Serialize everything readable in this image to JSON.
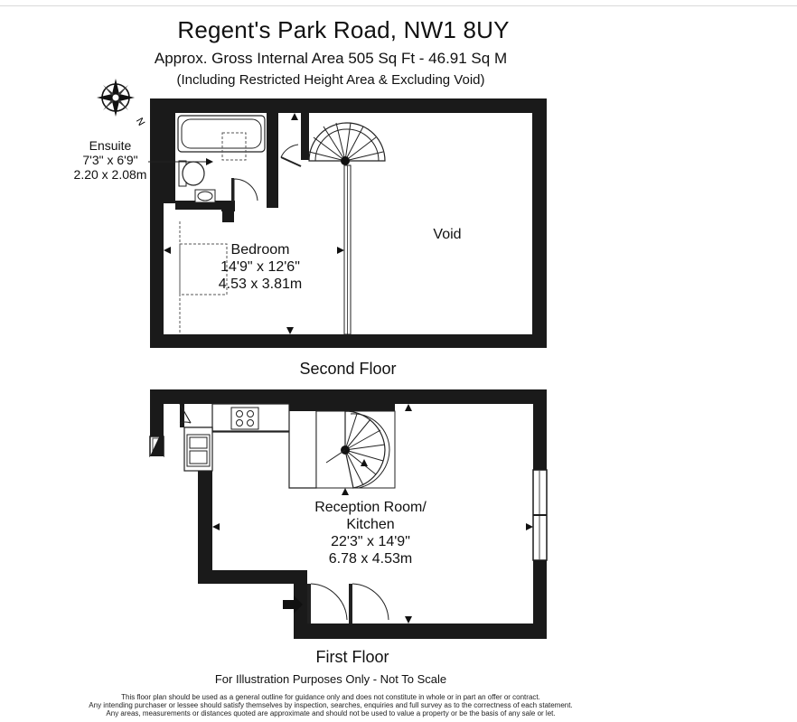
{
  "header": {
    "title": "Regent's Park Road, NW1 8UY",
    "area_line": "Approx. Gross Internal Area   505 Sq Ft  -  46.91 Sq M",
    "area_note": "(Including Restricted Height Area & Excluding Void)"
  },
  "compass": {
    "icon": "compass-rose-icon",
    "label": "N"
  },
  "second_floor": {
    "label": "Second Floor",
    "ensuite": {
      "name": "Ensuite",
      "imperial": "7'3\" x 6'9\"",
      "metric": "2.20 x 2.08m"
    },
    "bedroom": {
      "name": "Bedroom",
      "imperial": "14'9\" x 12'6\"",
      "metric": "4.53 x 3.81m"
    },
    "void": {
      "name": "Void"
    }
  },
  "first_floor": {
    "label": "First Floor",
    "reception": {
      "name_line1": "Reception Room/",
      "name_line2": "Kitchen",
      "imperial": "22'3\" x 14'9\"",
      "metric": "6.78 x 4.53m"
    },
    "entrance_icon": "entrance-arrow-icon"
  },
  "footer": {
    "illustration_note": "For Illustration Purposes Only - Not To Scale",
    "disclaimer": [
      "This floor plan should be used as a general outline for guidance only and does not constitute in whole or in part an offer or contract.",
      "Any intending purchaser or lessee should satisfy themselves by inspection, searches, enquiries and full survey as to the correctness of each statement.",
      "Any areas, measurements or distances quoted are approximate and should not be used to value a property or be the basis of any sale or let."
    ]
  },
  "colors": {
    "wall": "#1a1a1a",
    "background": "#ffffff",
    "dashed": "#555555"
  }
}
